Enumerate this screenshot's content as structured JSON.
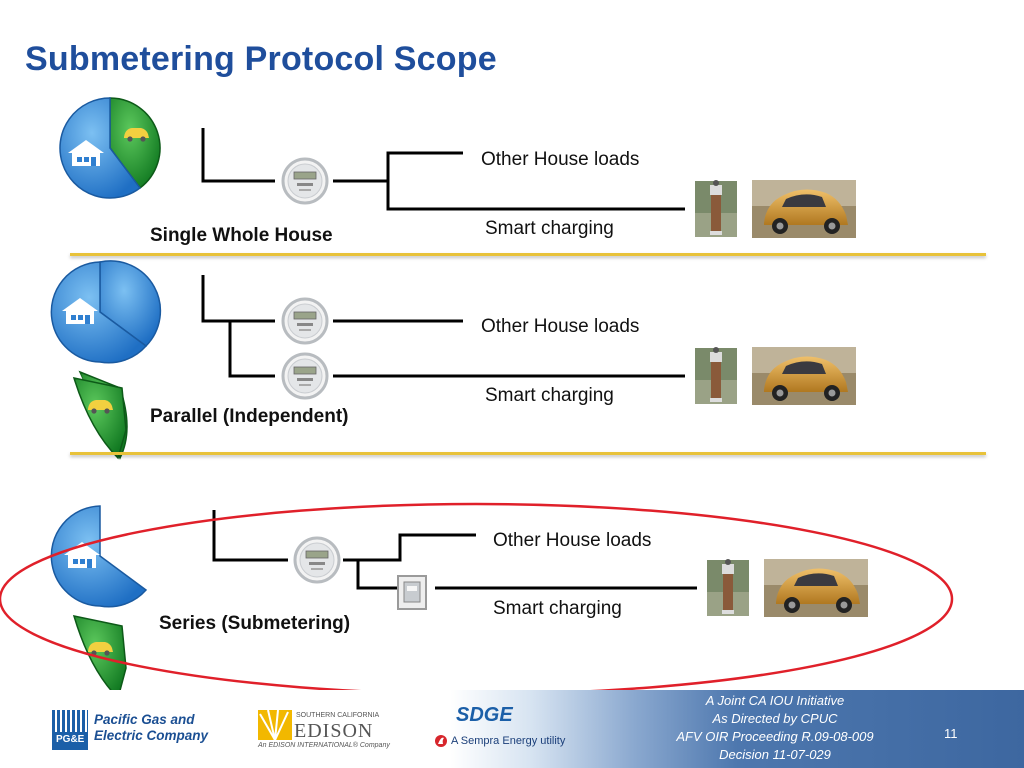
{
  "title": "Submetering Protocol Scope",
  "sections": [
    {
      "label": "Single Whole House",
      "branch_top": "Other House loads",
      "branch_bottom": "Smart charging"
    },
    {
      "label": "Parallel (Independent)",
      "branch_top": "Other House loads",
      "branch_bottom": "Smart charging"
    },
    {
      "label": "Series (Submetering)",
      "branch_top": "Other House loads",
      "branch_bottom": "Smart charging"
    }
  ],
  "footer": {
    "lines": [
      "A Joint CA IOU Initiative",
      "As Directed by CPUC",
      "AFV OIR Proceeding R.09-08-009",
      "Decision 11-07-029"
    ],
    "page_number": "11",
    "logos": {
      "pge_line1": "Pacific Gas and",
      "pge_line2": "Electric Company",
      "pge_mark": "PG&E",
      "sce_small": "SOUTHERN CALIFORNIA",
      "sce_name": "EDISON",
      "sce_sub": "An EDISON INTERNATIONAL® Company",
      "sdge_mark": "SDGE",
      "sdge_sub": "A Sempra Energy utility"
    }
  },
  "colors": {
    "title": "#1f4e9c",
    "separator": "#e8c23a",
    "highlight_ellipse": "#e0202a",
    "pie_blue": "#3a8fd9",
    "pie_green": "#2a9a3a"
  }
}
